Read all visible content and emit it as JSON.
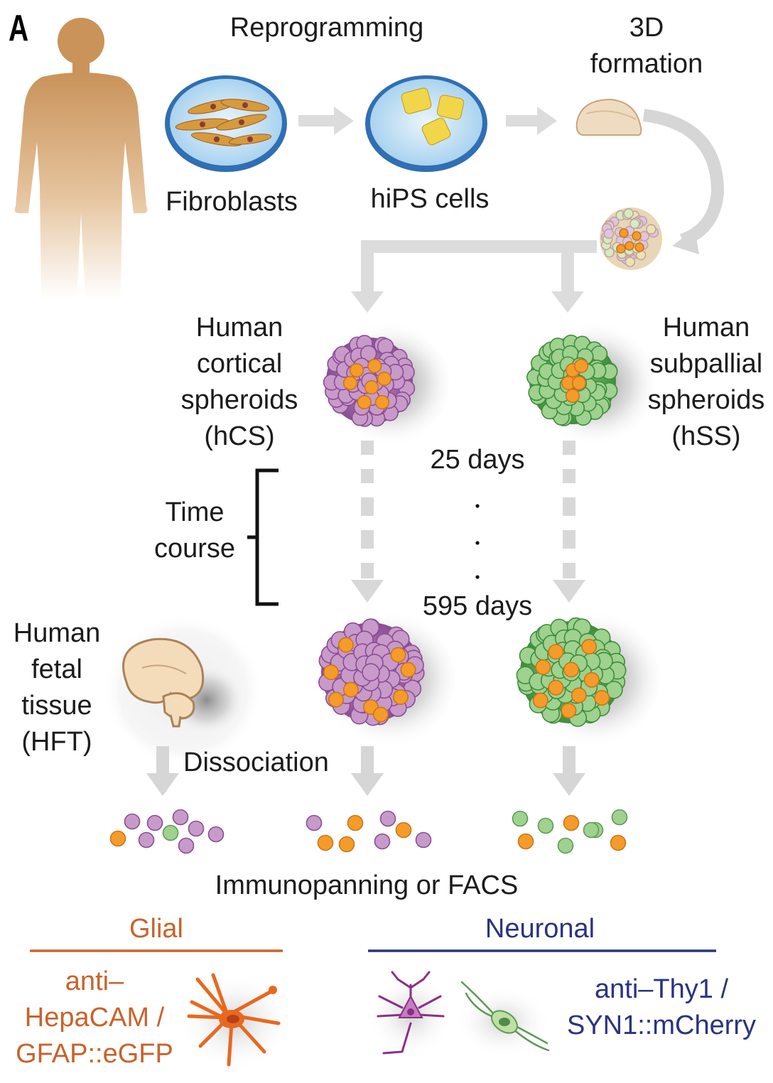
{
  "panel_letter": "A",
  "labels": {
    "reprogramming": "Reprogramming",
    "formation_line1": "3D",
    "formation_line2": "formation",
    "fibroblasts": "Fibroblasts",
    "hips": "hiPS cells",
    "hcs": [
      "Human",
      "cortical",
      "spheroids",
      "(hCS)"
    ],
    "hss": [
      "Human",
      "subpallial",
      "spheroids",
      "(hSS)"
    ],
    "time_course": [
      "Time",
      "course"
    ],
    "day_start": "25 days",
    "day_end": "595 days",
    "hft": [
      "Human",
      "fetal",
      "tissue",
      "(HFT)"
    ],
    "dissociation": "Dissociation",
    "immunopanning": "Immunopanning or FACS",
    "glial_title": "Glial",
    "glial_markers": [
      "anti–",
      "HepaCAM /",
      "GFAP::eGFP"
    ],
    "neuronal_title": "Neuronal",
    "neuronal_markers": [
      "anti–Thy1 /",
      "SYN1::mCherry"
    ]
  },
  "colors": {
    "glial": "#c8632b",
    "neuronal": "#2a3381",
    "hcs_cell": "#c89ac9",
    "hss_cell": "#9fd18f",
    "orange_cell": "#f59b2a",
    "arrow": "#cfcfcf",
    "skin": "#d9a86e"
  }
}
